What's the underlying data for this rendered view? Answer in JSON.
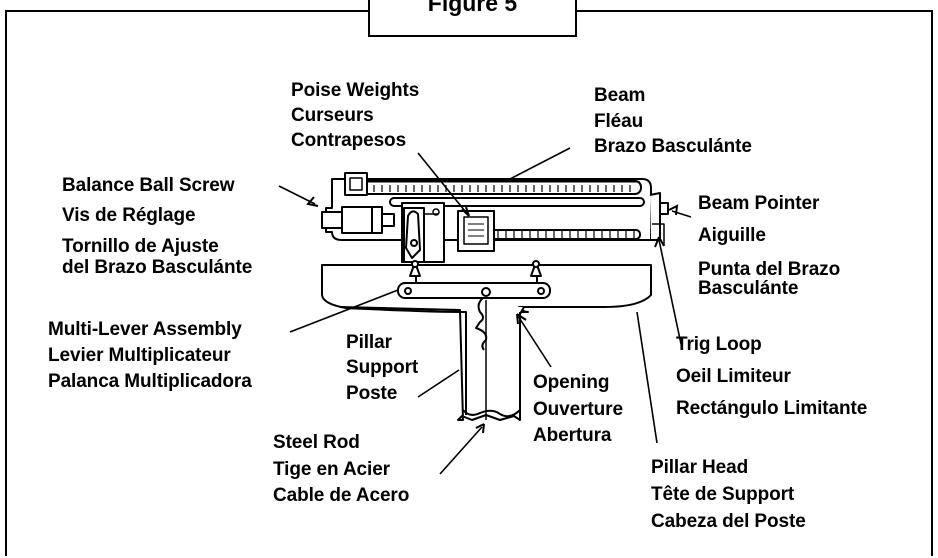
{
  "figure_title": "Figure 5",
  "labels": {
    "poise": [
      "Poise Weights",
      "Curseurs",
      "Contrapesos"
    ],
    "beam": [
      "Beam",
      "Fléau",
      "Brazo Basculánte"
    ],
    "balance_ball": [
      "Balance Ball Screw",
      "Vis de Réglage",
      "Tornillo de Ajuste",
      "del Brazo Basculánte"
    ],
    "beam_pointer": [
      "Beam Pointer",
      "Aiguille",
      "Punta del Brazo",
      "Basculánte"
    ],
    "multi_lever": [
      "Multi-Lever Assembly",
      "Levier Multiplicateur",
      "Palanca Multiplicadora"
    ],
    "pillar_support": [
      "Pillar",
      "Support",
      "Poste"
    ],
    "trig_loop": [
      "Trig Loop",
      "Oeil Limiteur",
      "Rectángulo Limitante"
    ],
    "opening": [
      "Opening",
      "Ouverture",
      "Abertura"
    ],
    "steel_rod": [
      "Steel Rod",
      "Tige en Acier",
      "Cable de Acero"
    ],
    "pillar_head": [
      "Pillar Head",
      "Tête de Support",
      "Cabeza del Poste"
    ]
  }
}
